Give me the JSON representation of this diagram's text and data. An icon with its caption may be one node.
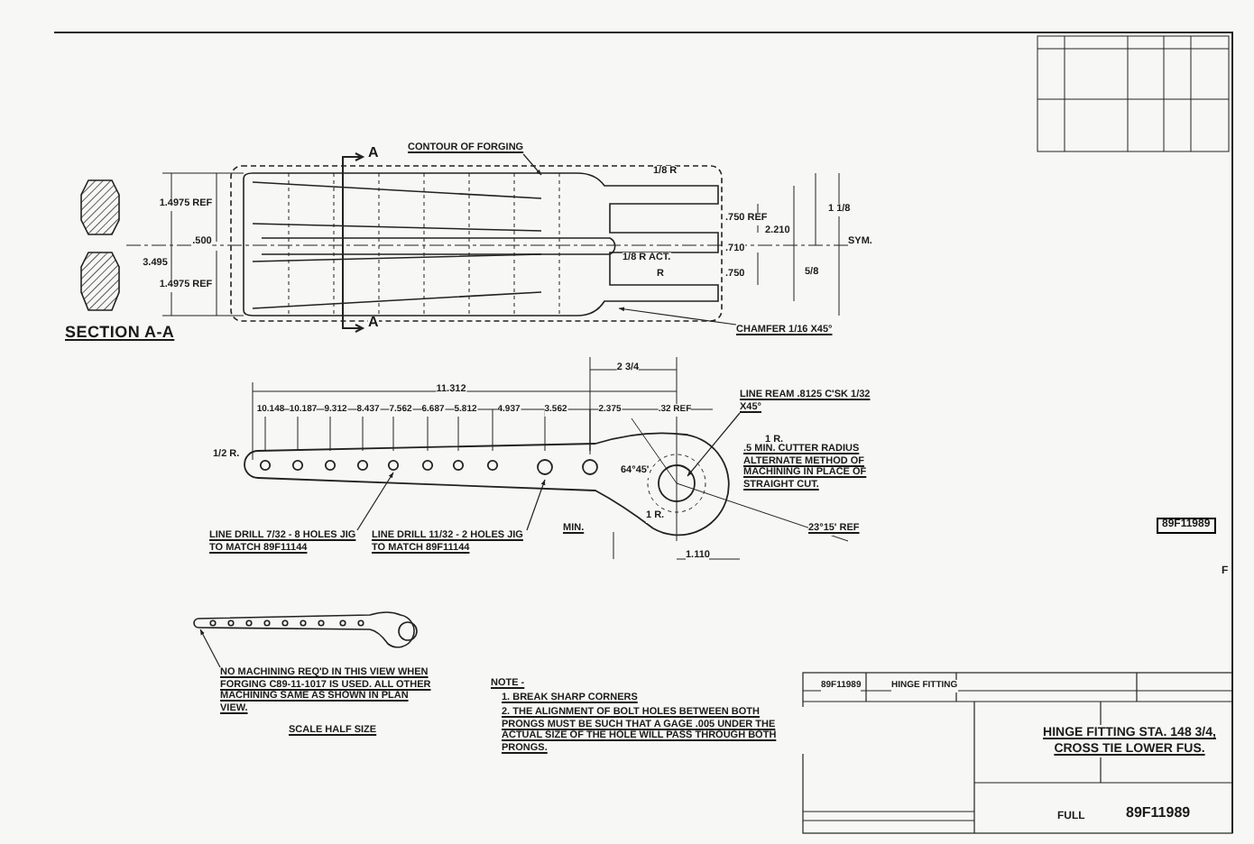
{
  "diagram": {
    "title": "SECTION A-A",
    "nodes": [
      {
        "text": [
          "CONTOUR OF FORGING"
        ]
      },
      {
        "text": [
          "CHAMFER 1/16 X45°"
        ]
      },
      {
        "text": [
          "LINE DRILL 7/32 - 8 HOLES JIG TO MATCH 89F11144"
        ]
      },
      {
        "text": [
          "LINE DRILL 11/32 - 2 HOLES JIG TO MATCH 89F11144"
        ]
      },
      {
        "text": [
          "LINE REAM .8125 C'SK 1/32 X45°"
        ]
      },
      {
        "text": [
          "NO MACHINING REQ'D IN THIS VIEW WHEN FORGING C89-11-1017 IS USED. ALL OTHER MACHINING SAME AS SHOWN IN PLAN VIEW."
        ]
      },
      {
        "text": [],
        "shape": "picture"
      }
    ],
    "edges": [
      {
        "from": 0,
        "to": null,
        "arrow": "to"
      },
      {
        "from": 1,
        "to": null,
        "arrow": "to"
      },
      {
        "from": 2,
        "to": null,
        "arrow": "to"
      },
      {
        "from": 3,
        "to": null,
        "arrow": "to"
      },
      {
        "from": 4,
        "to": null,
        "arrow": "to"
      },
      {
        "from": 5,
        "to": 6,
        "arrow": "to"
      }
    ],
    "labels": [
      "A",
      "A",
      "1.4975 REF",
      ".500",
      "3.495",
      "1.4975 REF",
      "1/8 R",
      "1 1/8",
      ".750 REF",
      "2.210",
      "SYM.",
      ".710",
      "1/8 R ACT.",
      "R",
      ".750",
      "5/8",
      "2 3/4",
      "11.312",
      "10.148",
      "10.187",
      "9.312",
      "8.437",
      "7.562",
      "6.687",
      "5.812",
      "4.937",
      "3.562",
      "2.375",
      ".32 REF",
      "1 R.",
      "1/2 R.",
      "64°45'",
      ".5 MIN. CUTTER RADIUS ALTERNATE METHOD OF MACHINING IN PLACE OF STRAIGHT CUT.",
      "1 R.",
      "MIN.",
      "23°15' REF",
      "1.110",
      "89F11989",
      "F",
      "SCALE HALF SIZE",
      "NOTE -",
      "1. BREAK SHARP CORNERS",
      "2. THE ALIGNMENT OF BOLT HOLES BETWEEN BOTH PRONGS MUST BE SUCH THAT A GAGE .005 UNDER THE ACTUAL SIZE OF THE HOLE WILL PASS THROUGH BOTH PRONGS.",
      "89F11989",
      "HINGE FITTING",
      "HINGE FITTING STA. 148 3/4, CROSS TIE LOWER FUS.",
      "FULL",
      "89F11989"
    ]
  }
}
